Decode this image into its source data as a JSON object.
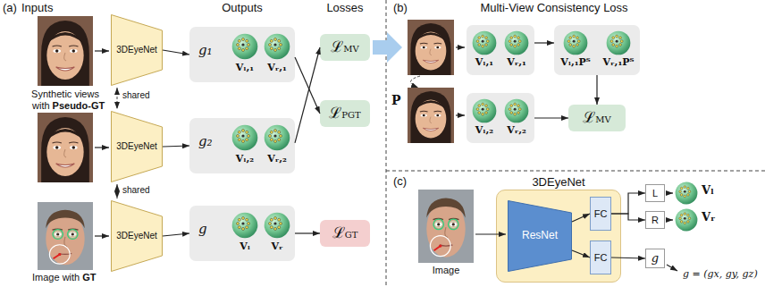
{
  "diagram": {
    "nodes": [
      {
        "text": [
          "3DEyeNet"
        ]
      },
      {
        "text": [
          "3DEyeNet"
        ]
      },
      {
        "text": [
          "3DEyeNet"
        ]
      },
      {
        "text": [
          "g₁",
          "Vₗ,₁",
          "Vᵣ,₁"
        ]
      },
      {
        "text": [
          "g₂",
          "Vₗ,₂",
          "Vᵣ,₂"
        ]
      },
      {
        "text": [
          "g",
          "Vₗ",
          "Vᵣ"
        ]
      },
      {
        "text": [
          "ℒMV"
        ]
      },
      {
        "text": [
          "ℒPGT"
        ]
      },
      {
        "text": [
          "ℒGT"
        ]
      },
      {
        "text": [
          "Vₗ,₁",
          "Vᵣ,₁"
        ]
      },
      {
        "text": [
          "Vₗ,₁Pᵀ",
          "Vᵣ,₁Pᵀ"
        ]
      },
      {
        "text": [
          "Vₗ,₂",
          "Vᵣ,₂"
        ]
      },
      {
        "text": [
          "ℒMV"
        ]
      },
      {
        "text": [
          "3DEyeNet"
        ]
      },
      {
        "text": [
          "ResNet"
        ],
        "in": 13
      },
      {
        "text": [
          "FC"
        ],
        "in": 13
      },
      {
        "text": [
          "FC"
        ],
        "in": 13
      },
      {
        "text": [
          "L"
        ]
      },
      {
        "text": [
          "R"
        ]
      },
      {
        "text": [
          "g"
        ]
      }
    ],
    "edges": [
      {
        "from": 0,
        "to": 3,
        "arrow": "to"
      },
      {
        "from": 1,
        "to": 4,
        "arrow": "to"
      },
      {
        "from": 2,
        "to": 5,
        "arrow": "to"
      },
      {
        "from": 3,
        "to": 7,
        "arrow": "to"
      },
      {
        "from": 4,
        "to": 6,
        "arrow": "to"
      },
      {
        "from": 5,
        "to": 8,
        "arrow": "to"
      },
      {
        "from": 9,
        "to": 10,
        "arrow": "to"
      },
      {
        "from": 10,
        "to": 12,
        "arrow": "to"
      },
      {
        "from": 11,
        "to": 12,
        "arrow": "to"
      },
      {
        "from": 14,
        "to": 15,
        "arrow": "to"
      },
      {
        "from": 14,
        "to": 16,
        "arrow": "to"
      },
      {
        "from": 15,
        "to": 17,
        "arrow": "to"
      },
      {
        "from": 15,
        "to": 18,
        "arrow": "to"
      },
      {
        "from": 16,
        "to": 19,
        "arrow": "to"
      }
    ],
    "labels": [
      "(a)",
      "Inputs",
      "Outputs",
      "Losses",
      "Synthetic views",
      "with",
      "Pseudo-GT",
      "shared",
      "shared",
      "Image with",
      "GT",
      "(b)",
      "Multi-View Consistency Loss",
      "P",
      "(c)",
      "Image",
      "Vₗ",
      "Vᵣ",
      "g = (gx, gy, gz)"
    ]
  }
}
